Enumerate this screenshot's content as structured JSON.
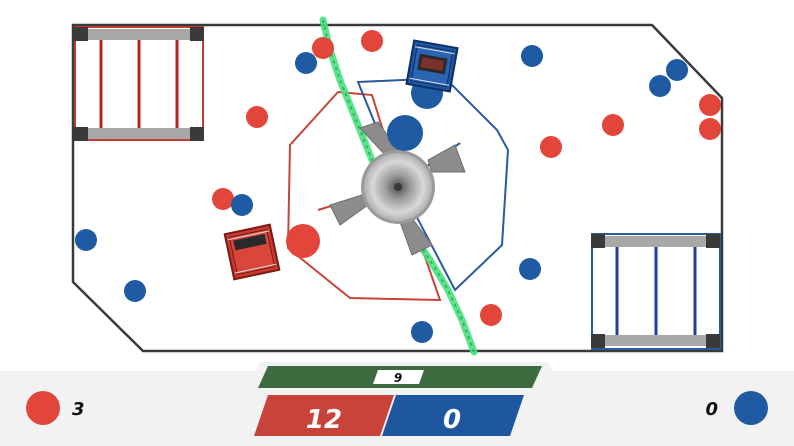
{
  "colors": {
    "red": "#e2453a",
    "blue": "#1e5ba3",
    "red_dark": "#c83a30",
    "blue_dark": "#1f56a0",
    "green_bar": "#3d6b40",
    "hud_bg": "#f2f2f2",
    "field_border": "#3a3a3a",
    "barrier": "#4be07e"
  },
  "hud": {
    "time": "9",
    "red_score": "12",
    "blue_score": "0",
    "red_balls_held": "3",
    "blue_balls_held": "0"
  },
  "icons": {
    "red_ball": "red-ball-icon",
    "blue_ball": "blue-ball-icon"
  }
}
